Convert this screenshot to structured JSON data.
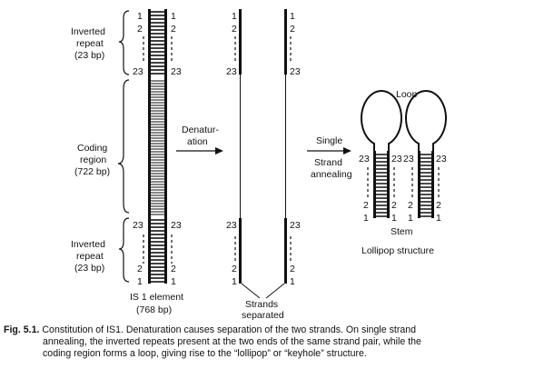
{
  "labels": {
    "ir_top": [
      "Inverted",
      "repeat",
      "(23 bp)"
    ],
    "coding": [
      "Coding",
      "region",
      "(722 bp)"
    ],
    "ir_bottom": [
      "Inverted",
      "repeat",
      "(23 bp)"
    ],
    "is_element": "IS 1 element",
    "is_length": "(768 bp)",
    "denaturation": [
      "Denatur-",
      "ation"
    ],
    "strands": [
      "Strands",
      "separated"
    ],
    "annealing": [
      "Single",
      "Strand",
      "annealing"
    ],
    "loop": "Loop",
    "stem": "Stem",
    "lollipop": "Lollipop structure"
  },
  "numbers": {
    "n1": "1",
    "n2": "2",
    "n23": "23"
  },
  "caption": {
    "figure_label": "Fig. 5.1.",
    "lines": [
      "Constitution of IS1. Denaturation causes separation of the two strands. On single strand",
      "annealing, the inverted repeats present at the two ends of the same strand pair, while the",
      "coding region forms a loop, giving rise to the “lollipop” or “keyhole” structure."
    ]
  }
}
